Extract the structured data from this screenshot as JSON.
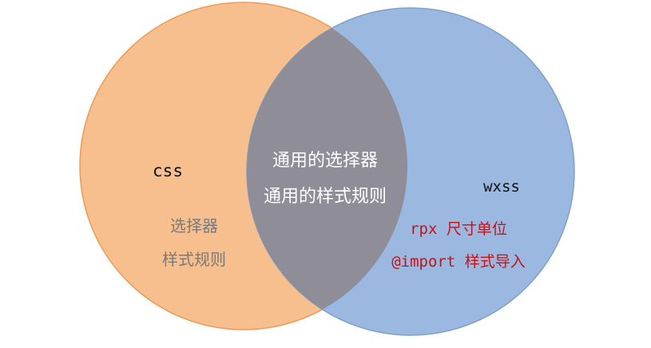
{
  "colors": {
    "left_fill": "#f7bf8e",
    "right_fill": "#9ab8e0",
    "intersection_fill": "#8e8d98",
    "left_stroke": "#ef9a55",
    "right_stroke": "#7ea0cc",
    "left_text": "#7a7a7a",
    "intersection_text": "#ffffff",
    "right_text": "#c0141b",
    "title_text": "#111111"
  },
  "left_set": {
    "title": "css",
    "items": [
      "选择器",
      "样式规则"
    ]
  },
  "right_set": {
    "title": "wxss",
    "items": [
      "rpx 尺寸单位",
      "@import 样式导入"
    ]
  },
  "intersection": {
    "items": [
      "通用的选择器",
      "通用的样式规则"
    ]
  }
}
